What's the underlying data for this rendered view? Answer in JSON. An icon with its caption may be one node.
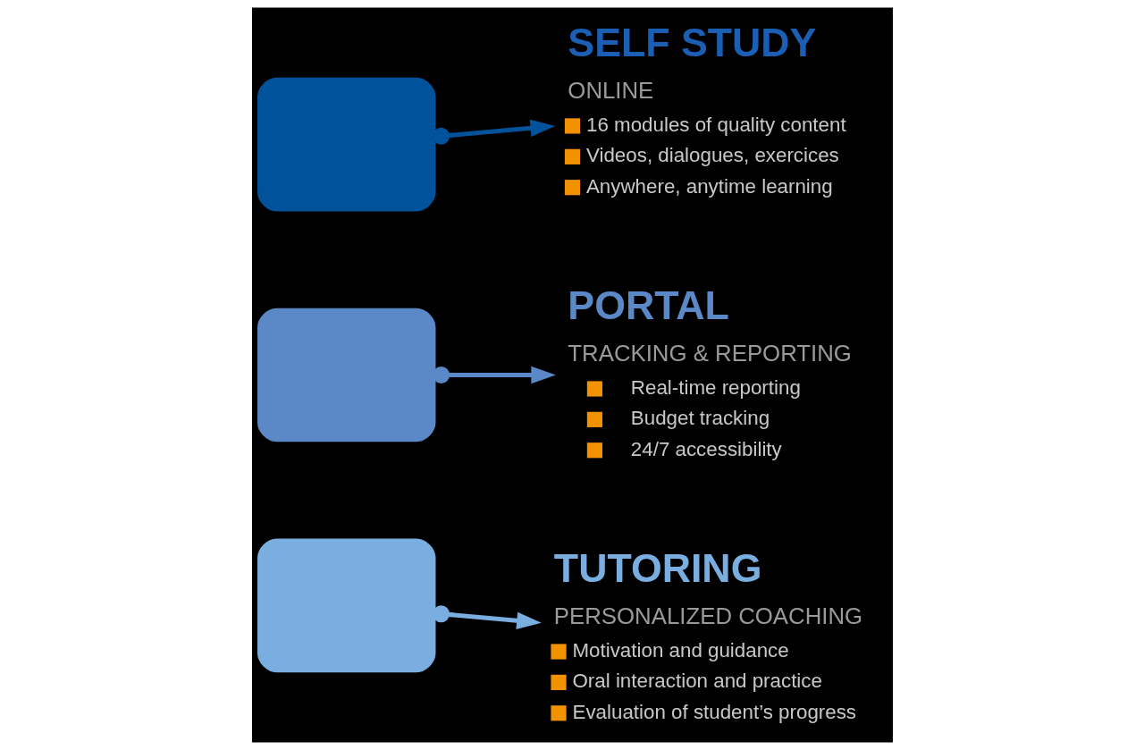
{
  "diagram": {
    "nodes": [
      {
        "text": [
          "SELF STUDY",
          "ONLINE",
          "16 modules of quality content",
          "Videos, dialogues, exercices",
          "Anywhere, anytime learning"
        ]
      },
      {
        "text": [],
        "shape": "box"
      },
      {
        "text": [
          "PORTAL",
          "TRACKING & REPORTING",
          "Real-time reporting",
          "Budget tracking",
          "24/7 accessibility"
        ]
      },
      {
        "text": [],
        "shape": "box"
      },
      {
        "text": [],
        "shape": "box"
      },
      {
        "text": [
          "TUTORING",
          "PERSONALIZED COACHING",
          "Motivation and guidance",
          "Oral interaction and practice",
          "Evaluation of student’s progress"
        ]
      }
    ],
    "edges": [
      {
        "from": 1,
        "to": 0,
        "arrow": "to",
        "color": "#00529b"
      },
      {
        "from": 4,
        "to": 5,
        "arrow": "to",
        "color": "#7aaee0"
      },
      {
        "from": 3,
        "to": 2,
        "arrow": "to",
        "color": "#5b88c6"
      }
    ]
  }
}
